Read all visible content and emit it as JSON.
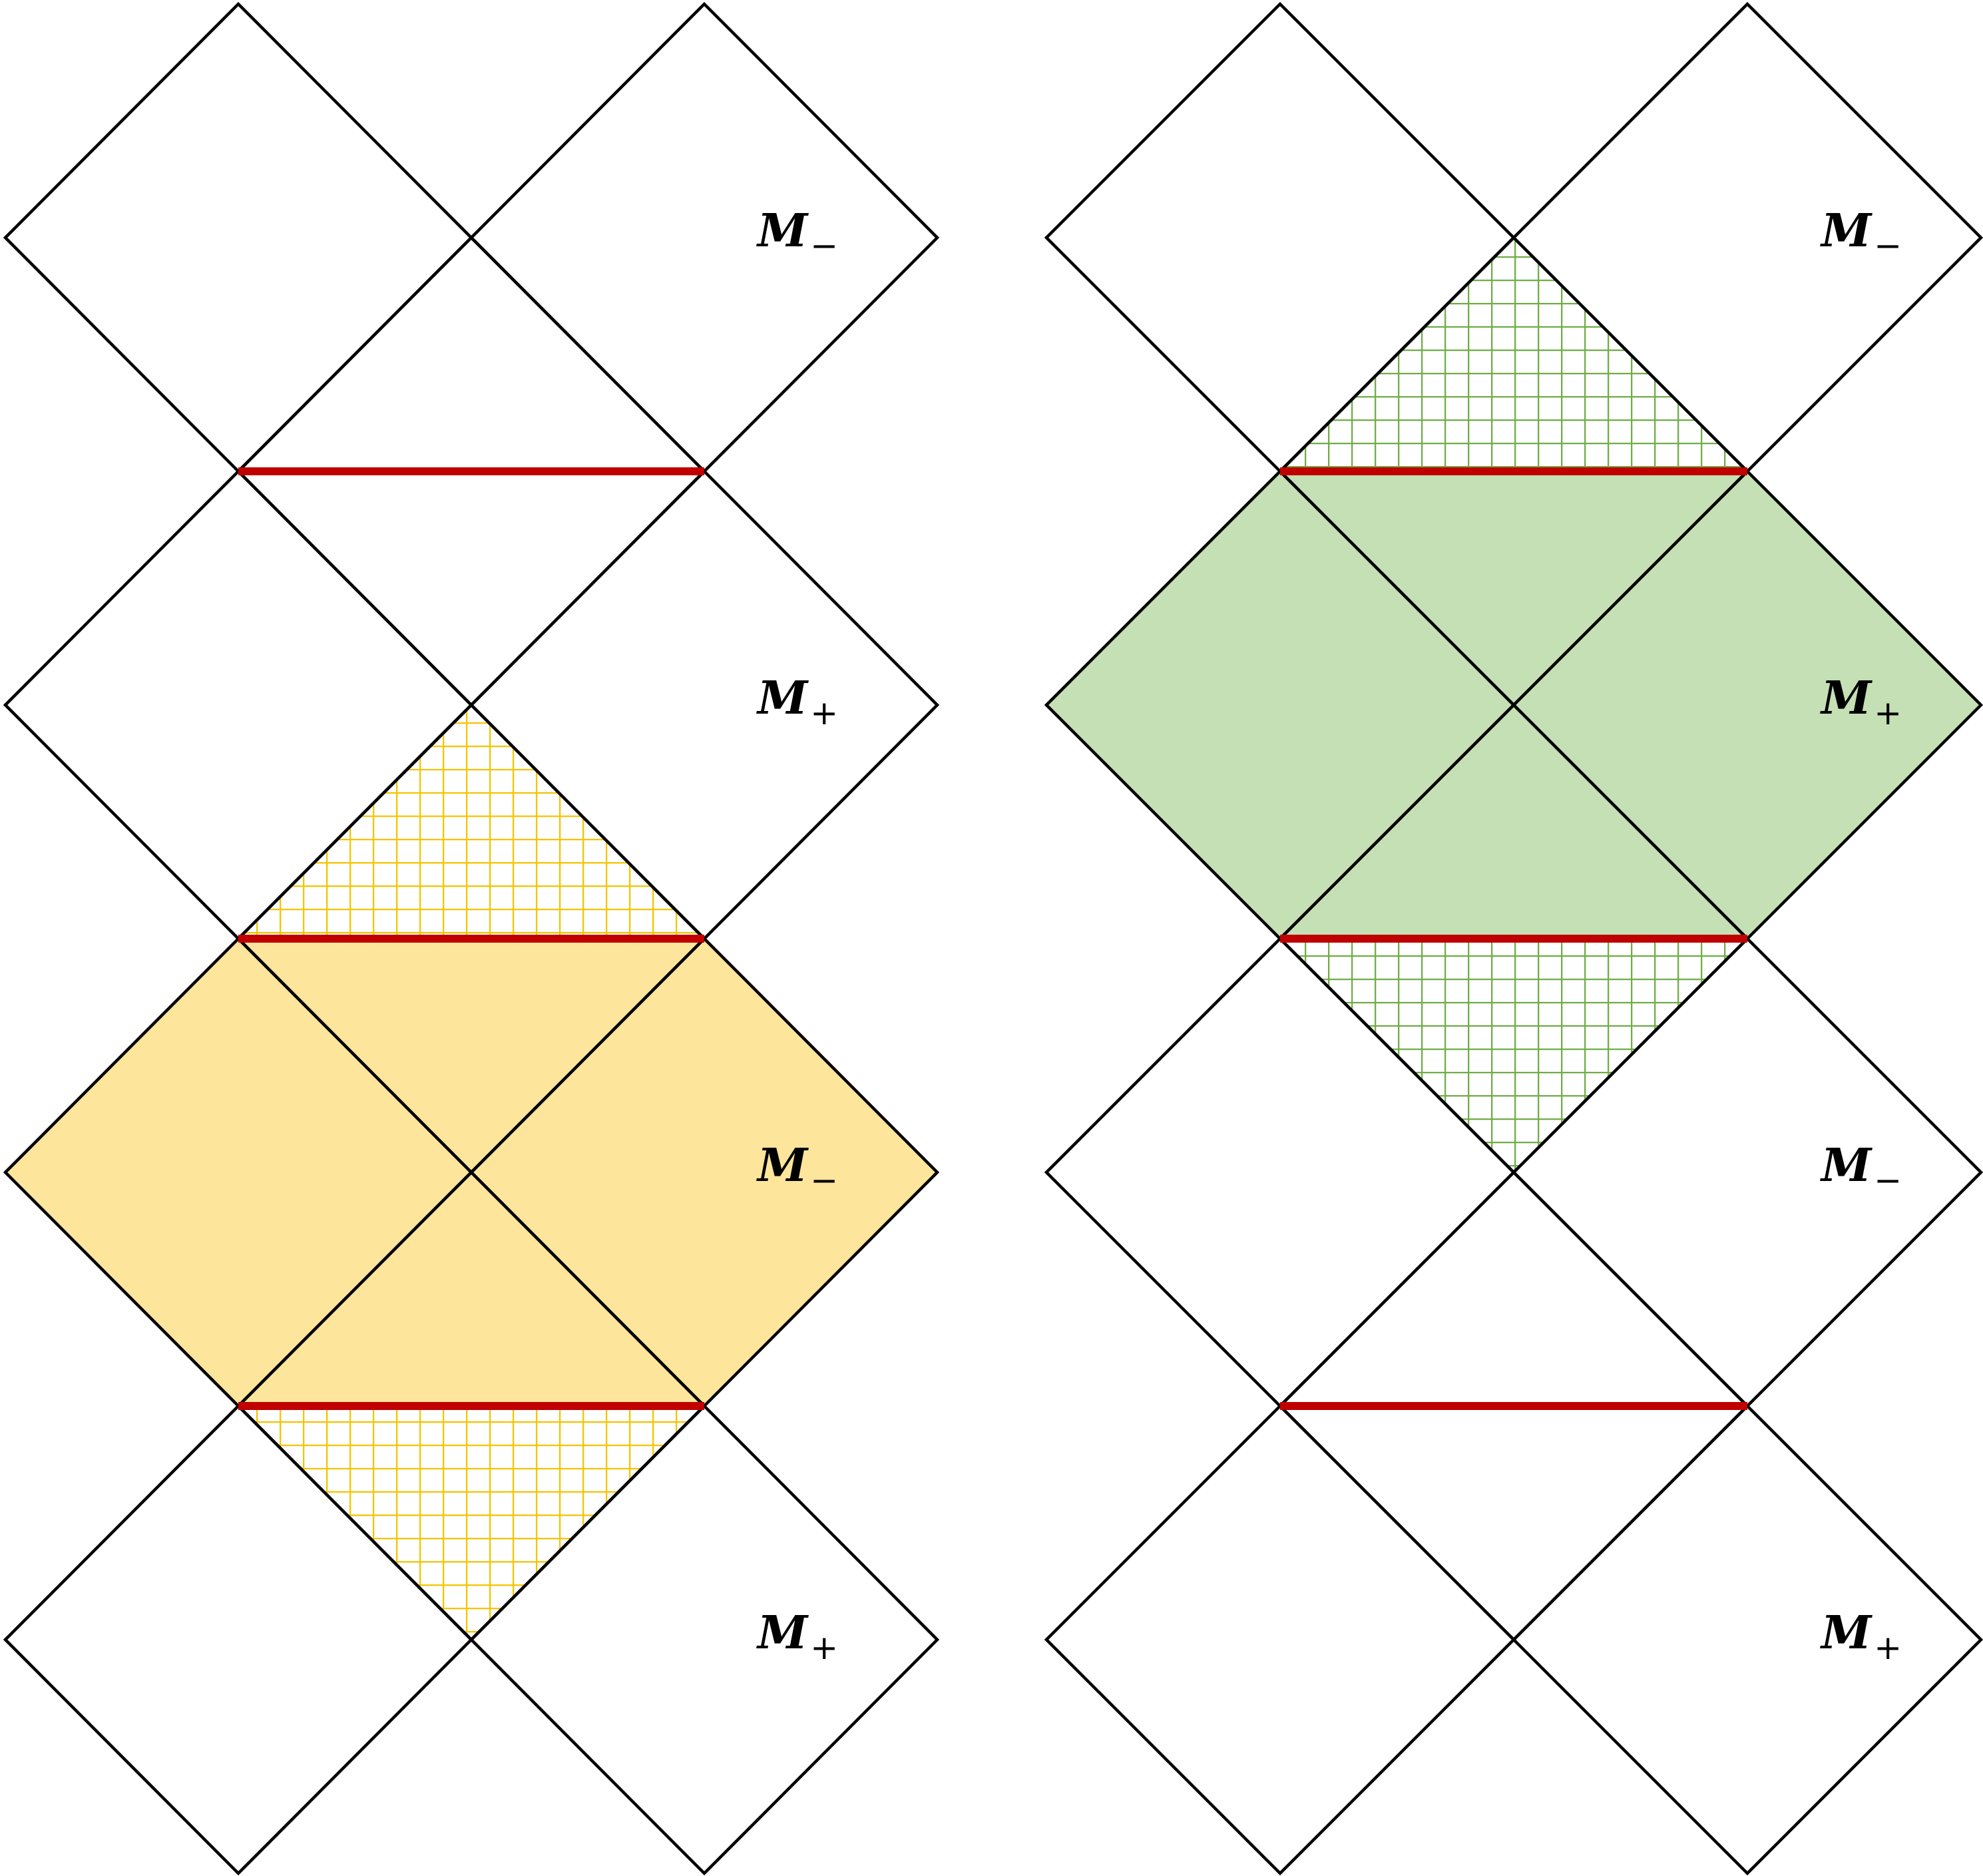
{
  "colors": {
    "left_fill": "#fde59b",
    "left_hatch": "#f5c400",
    "right_fill": "#c5e0b4",
    "right_hatch": "#70ad47",
    "boundary_line": "#c00000",
    "outline": "#000000"
  },
  "panels": [
    {
      "id": "left",
      "labels": [
        {
          "text": "M",
          "sub": "−"
        },
        {
          "text": "M",
          "sub": "+"
        },
        {
          "text": "M",
          "sub": "−"
        },
        {
          "text": "M",
          "sub": "+"
        }
      ],
      "shaded_row": 2,
      "boundary_lines": [
        1,
        2,
        3
      ]
    },
    {
      "id": "right",
      "labels": [
        {
          "text": "M",
          "sub": "−"
        },
        {
          "text": "M",
          "sub": "+"
        },
        {
          "text": "M",
          "sub": "−"
        },
        {
          "text": "M",
          "sub": "+"
        }
      ],
      "shaded_row": 1,
      "boundary_lines": [
        1,
        2,
        3
      ]
    }
  ]
}
